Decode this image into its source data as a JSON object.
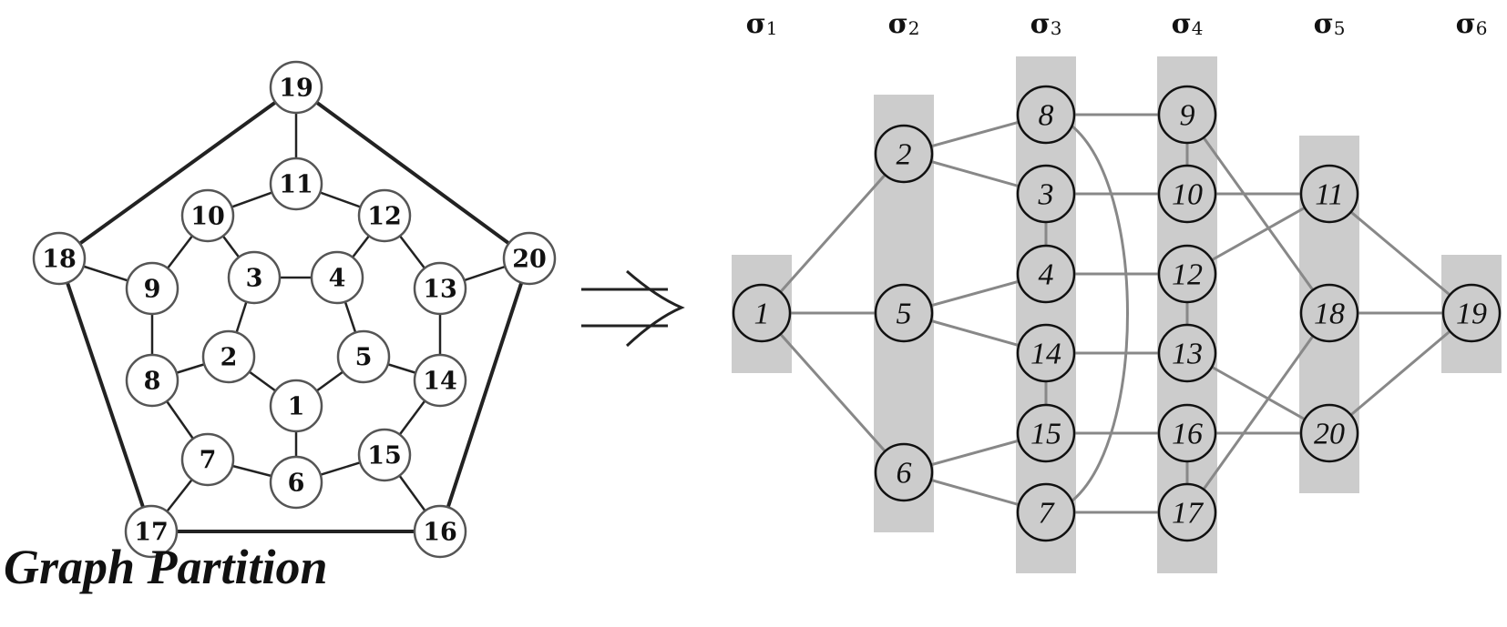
{
  "caption": "Graph Partition",
  "left_graph": {
    "nodes": [
      "1",
      "2",
      "3",
      "4",
      "5",
      "6",
      "7",
      "8",
      "9",
      "10",
      "11",
      "12",
      "13",
      "14",
      "15",
      "16",
      "17",
      "18",
      "19",
      "20"
    ],
    "edges": [
      [
        "1",
        "2"
      ],
      [
        "2",
        "3"
      ],
      [
        "3",
        "4"
      ],
      [
        "4",
        "5"
      ],
      [
        "5",
        "1"
      ],
      [
        "1",
        "6"
      ],
      [
        "2",
        "8"
      ],
      [
        "3",
        "10"
      ],
      [
        "4",
        "12"
      ],
      [
        "5",
        "14"
      ],
      [
        "6",
        "7"
      ],
      [
        "7",
        "8"
      ],
      [
        "8",
        "9"
      ],
      [
        "9",
        "10"
      ],
      [
        "10",
        "11"
      ],
      [
        "11",
        "12"
      ],
      [
        "12",
        "13"
      ],
      [
        "13",
        "14"
      ],
      [
        "14",
        "15"
      ],
      [
        "15",
        "6"
      ],
      [
        "7",
        "17"
      ],
      [
        "9",
        "18"
      ],
      [
        "11",
        "19"
      ],
      [
        "13",
        "20"
      ],
      [
        "15",
        "16"
      ],
      [
        "16",
        "17"
      ],
      [
        "17",
        "18"
      ],
      [
        "18",
        "19"
      ],
      [
        "19",
        "20"
      ],
      [
        "20",
        "16"
      ]
    ]
  },
  "partition": {
    "groups": [
      {
        "label": "σ",
        "sub": "1",
        "nodes": [
          "1"
        ]
      },
      {
        "label": "σ",
        "sub": "2",
        "nodes": [
          "2",
          "5",
          "6"
        ]
      },
      {
        "label": "σ",
        "sub": "3",
        "nodes": [
          "8",
          "3",
          "4",
          "14",
          "15",
          "7"
        ]
      },
      {
        "label": "σ",
        "sub": "4",
        "nodes": [
          "9",
          "10",
          "12",
          "13",
          "16",
          "17"
        ]
      },
      {
        "label": "σ",
        "sub": "5",
        "nodes": [
          "11",
          "18",
          "20"
        ]
      },
      {
        "label": "σ",
        "sub": "6",
        "nodes": [
          "19"
        ]
      }
    ],
    "edges": [
      [
        "1",
        "2"
      ],
      [
        "1",
        "5"
      ],
      [
        "1",
        "6"
      ],
      [
        "2",
        "8"
      ],
      [
        "2",
        "3"
      ],
      [
        "5",
        "4"
      ],
      [
        "5",
        "14"
      ],
      [
        "6",
        "15"
      ],
      [
        "6",
        "7"
      ],
      [
        "8",
        "9"
      ],
      [
        "3",
        "10"
      ],
      [
        "4",
        "12"
      ],
      [
        "14",
        "13"
      ],
      [
        "15",
        "16"
      ],
      [
        "7",
        "17"
      ],
      [
        "3",
        "4"
      ],
      [
        "14",
        "15"
      ],
      [
        "9",
        "10"
      ],
      [
        "12",
        "13"
      ],
      [
        "16",
        "17"
      ],
      [
        "8",
        "7"
      ],
      [
        "9",
        "18"
      ],
      [
        "10",
        "11"
      ],
      [
        "12",
        "11"
      ],
      [
        "13",
        "20"
      ],
      [
        "16",
        "20"
      ],
      [
        "17",
        "18"
      ],
      [
        "11",
        "19"
      ],
      [
        "18",
        "19"
      ],
      [
        "20",
        "19"
      ]
    ]
  },
  "colors": {
    "band": "#cccccc",
    "right_edge": "#888888",
    "left_edge": "#222222",
    "right_node_fill": "#cccccc"
  }
}
